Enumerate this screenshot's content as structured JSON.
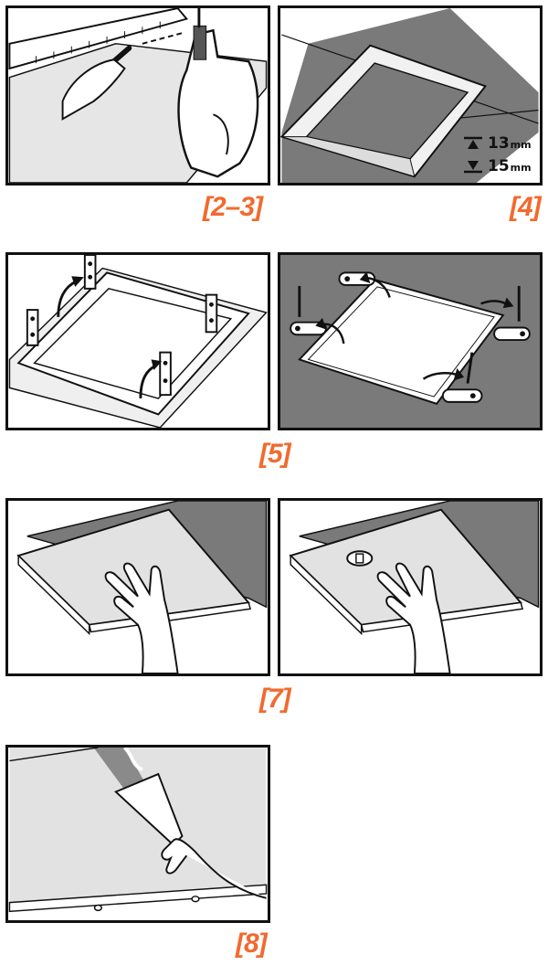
{
  "steps": {
    "s2_3": "[2–3]",
    "s4": "[4]",
    "s5": "[5]",
    "s7": "[7]",
    "s8": "[8]"
  },
  "dims": {
    "d1_value": "13",
    "d1_unit": "mm",
    "d2_value": "15",
    "d2_unit": "mm"
  },
  "colors": {
    "accent": "#f26a2e",
    "dark_gray": "#7a7a7a",
    "light_gray": "#e2e2e2",
    "outline": "#111111"
  }
}
